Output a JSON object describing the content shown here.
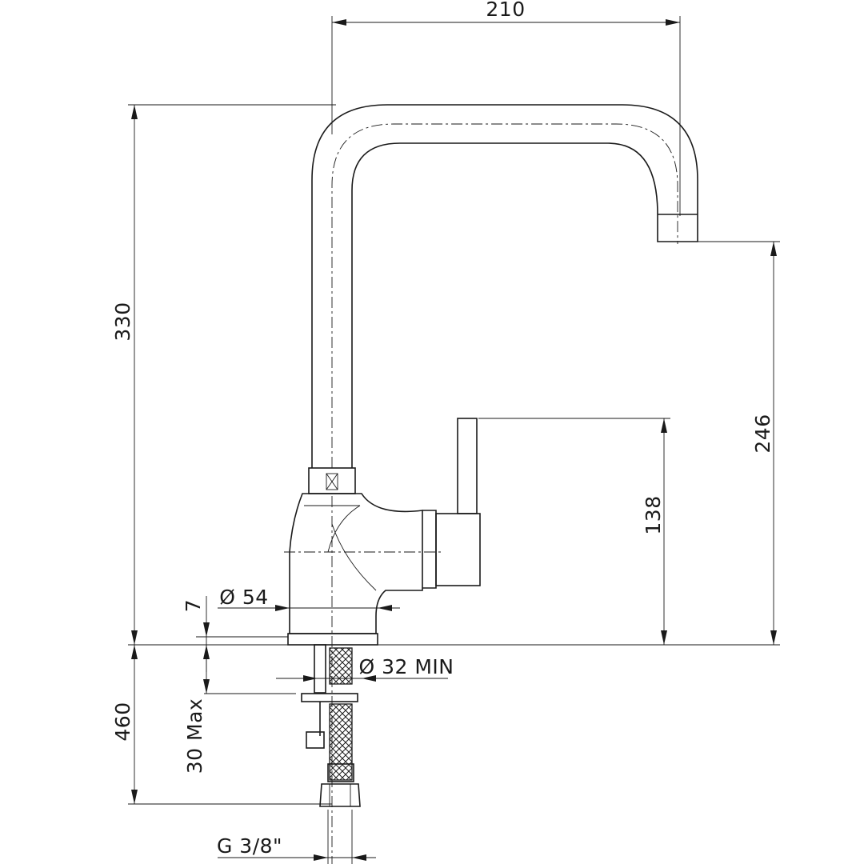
{
  "drawing": {
    "dimensions": {
      "spout_reach": "210",
      "overall_height": "330",
      "spout_outlet_height": "246",
      "lever_height": "138",
      "base_diameter": "Ø 54",
      "base_plate_thickness": "7",
      "hole_diameter": "Ø 32 MIN",
      "hose_length": "460",
      "counter_thickness": "30 Max",
      "connection_thread": "G 3/8\""
    }
  }
}
